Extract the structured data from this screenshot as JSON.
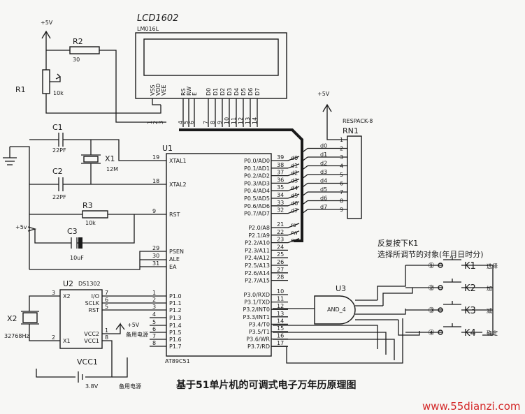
{
  "lcd": {
    "title": "LCD1602",
    "model": "LM016L",
    "pins": [
      "VSS",
      "VDD",
      "VEE",
      "RS",
      "RW",
      "E",
      "D0",
      "D1",
      "D2",
      "D3",
      "D4",
      "D5",
      "D6",
      "D7"
    ],
    "pin_numbers": [
      "1",
      "2",
      "3",
      "4",
      "5",
      "6",
      "7",
      "8",
      "9",
      "10",
      "11",
      "12",
      "13",
      "14"
    ]
  },
  "power": {
    "v5_top": "+5V",
    "v5_rn": "+5V",
    "v5_rst": "+5v",
    "v5_u2": "+5V"
  },
  "r2": {
    "ref": "R2",
    "value": "30"
  },
  "r1": {
    "ref": "R1",
    "value": "10k"
  },
  "r3": {
    "ref": "R3",
    "value": "10k"
  },
  "c1": {
    "ref": "C1",
    "value": "22PF"
  },
  "c2": {
    "ref": "C2",
    "value": "22PF"
  },
  "c3": {
    "ref": "C3",
    "value": "10uF"
  },
  "x1": {
    "ref": "X1",
    "value": "12M"
  },
  "x2": {
    "ref": "X2",
    "value": "32768Hz"
  },
  "u1": {
    "ref": "U1",
    "model": "AT89C51",
    "left_pins": [
      {
        "num": "19",
        "name": "XTAL1"
      },
      {
        "num": "18",
        "name": "XTAL2"
      },
      {
        "num": "9",
        "name": "RST"
      },
      {
        "num": "29",
        "name": "PSEN"
      },
      {
        "num": "30",
        "name": "ALE"
      },
      {
        "num": "31",
        "name": "EA"
      },
      {
        "num": "1",
        "name": "P1.0"
      },
      {
        "num": "2",
        "name": "P1.1"
      },
      {
        "num": "3",
        "name": "P1.2"
      },
      {
        "num": "4",
        "name": "P1.3"
      },
      {
        "num": "5",
        "name": "P1.4"
      },
      {
        "num": "6",
        "name": "P1.5"
      },
      {
        "num": "7",
        "name": "P1.6"
      },
      {
        "num": "8",
        "name": "P1.7"
      }
    ],
    "right_pins": [
      {
        "num": "39",
        "name": "P0.0/AD0",
        "net": "d0"
      },
      {
        "num": "38",
        "name": "P0.1/AD1",
        "net": "d1"
      },
      {
        "num": "37",
        "name": "P0.2/AD2",
        "net": "d2"
      },
      {
        "num": "36",
        "name": "P0.3/AD3",
        "net": "d3"
      },
      {
        "num": "35",
        "name": "P0.4/AD4",
        "net": "d4"
      },
      {
        "num": "34",
        "name": "P0.5/AD5",
        "net": "d5"
      },
      {
        "num": "33",
        "name": "P0.6/AD6",
        "net": "d6"
      },
      {
        "num": "32",
        "name": "P0.7/AD7",
        "net": "d7"
      },
      {
        "num": "21",
        "name": "P2.0/A8",
        "net": "rs"
      },
      {
        "num": "22",
        "name": "P2.1/A9",
        "net": "rw"
      },
      {
        "num": "23",
        "name": "P2.2/A10",
        "net": "e"
      },
      {
        "num": "24",
        "name": "P2.3/A11",
        "net": ""
      },
      {
        "num": "25",
        "name": "P2.4/A12",
        "net": ""
      },
      {
        "num": "26",
        "name": "P2.5/A13",
        "net": ""
      },
      {
        "num": "27",
        "name": "P2.6/A14",
        "net": ""
      },
      {
        "num": "28",
        "name": "P2.7/A15",
        "net": ""
      },
      {
        "num": "10",
        "name": "P3.0/RXD",
        "net": ""
      },
      {
        "num": "11",
        "name": "P3.1/TXD",
        "net": ""
      },
      {
        "num": "12",
        "name": "P3.2/INT0",
        "net": ""
      },
      {
        "num": "13",
        "name": "P3.3/INT1",
        "net": ""
      },
      {
        "num": "14",
        "name": "P3.4/T0",
        "net": ""
      },
      {
        "num": "15",
        "name": "P3.5/T1",
        "net": ""
      },
      {
        "num": "16",
        "name": "P3.6/WR",
        "net": ""
      },
      {
        "num": "17",
        "name": "P3.7/RD",
        "net": ""
      }
    ]
  },
  "u2": {
    "ref": "U2",
    "model": "DS1302",
    "pins_right": [
      {
        "num": "7",
        "name": "I/O"
      },
      {
        "num": "6",
        "name": "SCLK"
      },
      {
        "num": "5",
        "name": "RST"
      },
      {
        "num": "1",
        "name": "VCC2"
      },
      {
        "num": "8",
        "name": "VCC1"
      }
    ],
    "pins_left": [
      {
        "num": "3",
        "name": "X2"
      },
      {
        "num": "2",
        "name": "X1"
      }
    ],
    "backup_label": "备用电源"
  },
  "vcc1": {
    "ref": "VCC1",
    "value": "3.8V",
    "label": "备用电源"
  },
  "rn1": {
    "ref": "RN1",
    "model": "RESPACK-8",
    "pin_numbers": [
      "1",
      "2",
      "3",
      "4",
      "5",
      "6",
      "7",
      "8",
      "9"
    ],
    "nets": [
      "d0",
      "d1",
      "d2",
      "d3",
      "d4",
      "d5",
      "d6",
      "d7"
    ]
  },
  "u3": {
    "ref": "U3",
    "model": "AND_4"
  },
  "keys": {
    "note_line1": "反复按下K1",
    "note_line2": "选择所调节的对象(年月日时分)",
    "items": [
      {
        "ref": "K1",
        "func": "选择",
        "num": "①"
      },
      {
        "ref": "K2",
        "func": "加",
        "num": "②"
      },
      {
        "ref": "K3",
        "func": "减",
        "num": "③"
      },
      {
        "ref": "K4",
        "func": "确定",
        "num": "④"
      }
    ]
  },
  "caption": "基于51单片机的可调式电子万年历原理图",
  "watermark": "www.55dianzi.com"
}
